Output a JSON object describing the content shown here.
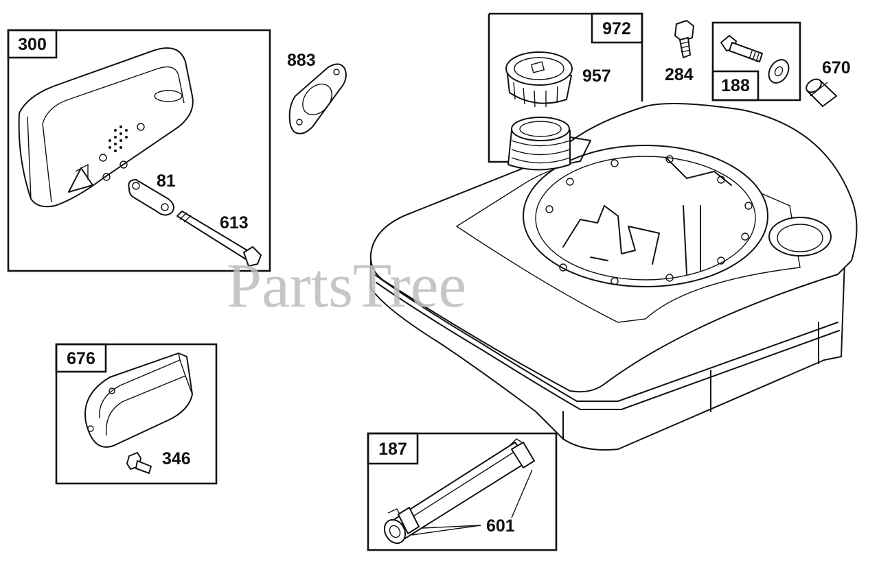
{
  "watermark": "PartsTree",
  "callouts": {
    "muffler_kit": "300",
    "exhaust_gasket": "883",
    "fuel_cap_kit": "972",
    "fuel_cap": "957",
    "screw": "284",
    "bolt_kit": "188",
    "spacer": "670",
    "lock_plate": "81",
    "muffler_stud": "613",
    "muffler_guard_kit": "676",
    "guard_screw": "346",
    "fuel_line_kit": "187",
    "hose_clamp": "601"
  }
}
